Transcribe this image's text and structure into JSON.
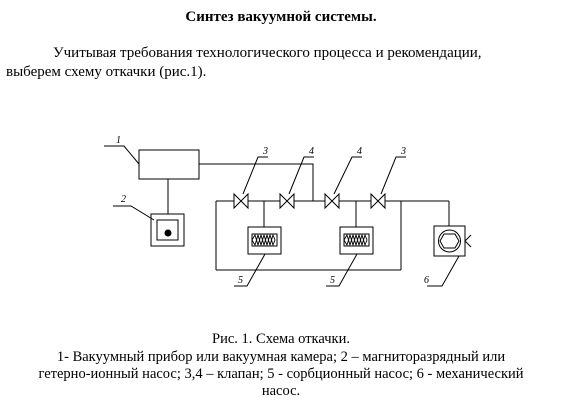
{
  "document": {
    "title": "Синтез вакуумной системы.",
    "intro_line1": "Учитывая требования технологического процесса и рекомендации,",
    "intro_line2": "выберем схему откачки (рис.1).",
    "caption": "Рис. 1. Схема откачки.",
    "legend_line1": "1- Вакуумный прибор или вакуумная камера; 2 – магниторазрядный или",
    "legend_line2": "гетерно-ионный насос; 3,4 – клапан; 5 - сорбционный насос; 6 - механический",
    "legend_line3": "насос."
  },
  "diagram": {
    "labels": {
      "chamber": "1",
      "ion_pump": "2",
      "valve_3_left": "3",
      "valve_4_left": "4",
      "valve_4_right": "4",
      "valve_3_right": "3",
      "sorption_left": "5",
      "sorption_right": "5",
      "mech_pump": "6"
    }
  }
}
